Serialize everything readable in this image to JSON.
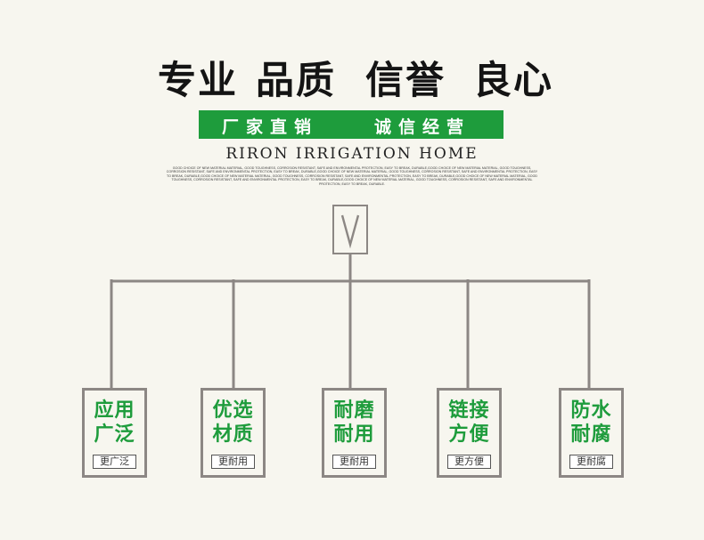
{
  "headline": [
    "专业",
    "品质",
    "信誉",
    "良心"
  ],
  "banner": {
    "left": "厂家直销",
    "right": "诚信经营"
  },
  "brand": "RIRON IRRIGATION HOME",
  "fine_print": "GOOD CHOICE OF NEW MATERIAL MATERIAL, GOOD TOUGHNESS, CORROSION RESISTANT, SAFE AND ENVIRONMENTAL PROTECTION, EASY TO BREAK, DURABLE,GOOD CHOICE OF NEW MATERIAL MATERIAL, GOOD TOUGHNESS, CORROSION RESISTANT, SAFE AND ENVIRONMENTAL PROTECTION, EASY TO BREAK, DURABLE,GOOD CHOICE OF NEW MATERIAL MATERIAL, GOOD TOUGHNESS, CORROSION RESISTANT, SAFE AND ENVIRONMENTAL PROTECTION, EASY TO BREAK, DURABLE,GOOD CHOICE OF NEW MATERIAL MATERIAL, GOOD TOUGHNESS, CORROSION RESISTANT, SAFE AND ENVIRONMENTAL PROTECTION, EASY TO BREAK, DURABLE,GOOD CHOICE OF NEW MATERIAL MATERIAL, GOOD TOUGHNESS, CORROSION RESISTANT, SAFE AND ENVIRONMENTAL PROTECTION, EASY TO BREAK, DURABLE,GOOD CHOICE OF NEW MATERIAL MATERIAL, GOOD TOUGHNESS, CORROSION RESISTANT, SAFE AND ENVIRONMENTAL PROTECTION, EASY TO BREAK, DURABLE.",
  "root_symbol": "V",
  "features": [
    {
      "line1": "应用",
      "line2": "广泛",
      "tag": "更广泛"
    },
    {
      "line1": "优选",
      "line2": "材质",
      "tag": "更耐用"
    },
    {
      "line1": "耐磨",
      "line2": "耐用",
      "tag": "更耐用"
    },
    {
      "line1": "链接",
      "line2": "方便",
      "tag": "更方便"
    },
    {
      "line1": "防水",
      "line2": "耐腐",
      "tag": "更耐腐"
    }
  ],
  "colors": {
    "accent": "#1e9c3c",
    "line": "#8c8784",
    "background": "#f7f6ef",
    "headline": "#141414"
  }
}
